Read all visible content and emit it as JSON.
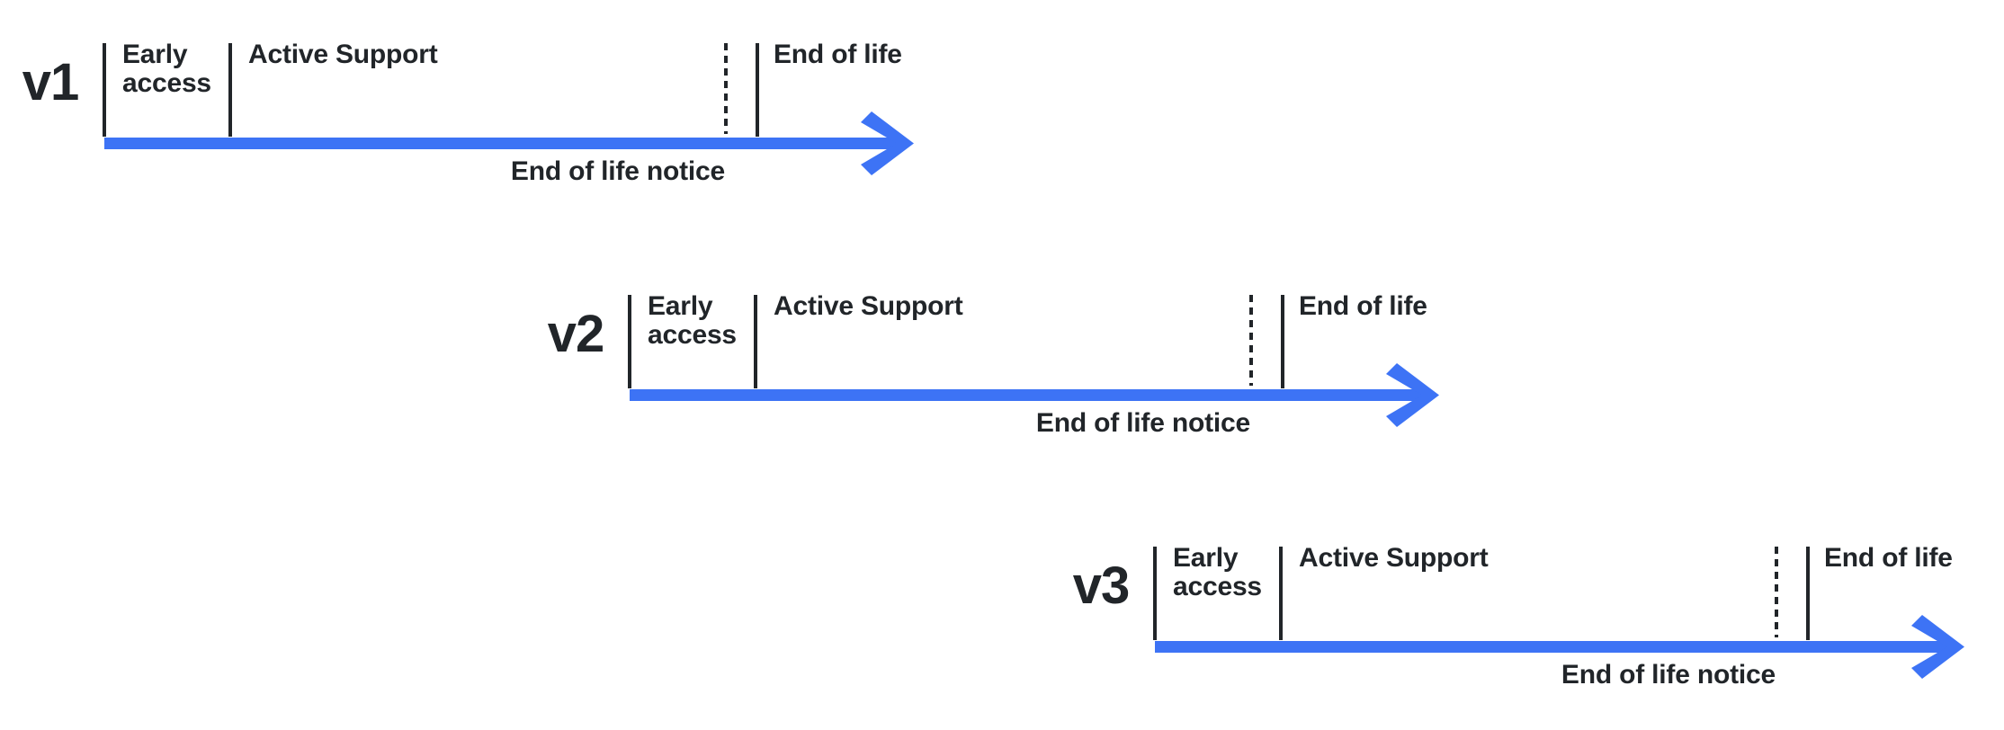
{
  "colors": {
    "accent_blue": "#3D73F5",
    "ink": "#212529"
  },
  "timelines": [
    {
      "version": "v1",
      "early_access_label": "Early access",
      "active_support_label": "Active Support",
      "end_of_life_label": "End of life",
      "eol_notice_label": "End of life notice"
    },
    {
      "version": "v2",
      "early_access_label": "Early access",
      "active_support_label": "Active Support",
      "end_of_life_label": "End of life",
      "eol_notice_label": "End of life notice"
    },
    {
      "version": "v3",
      "early_access_label": "Early access",
      "active_support_label": "Active Support",
      "end_of_life_label": "End of life",
      "eol_notice_label": "End of life notice"
    }
  ]
}
